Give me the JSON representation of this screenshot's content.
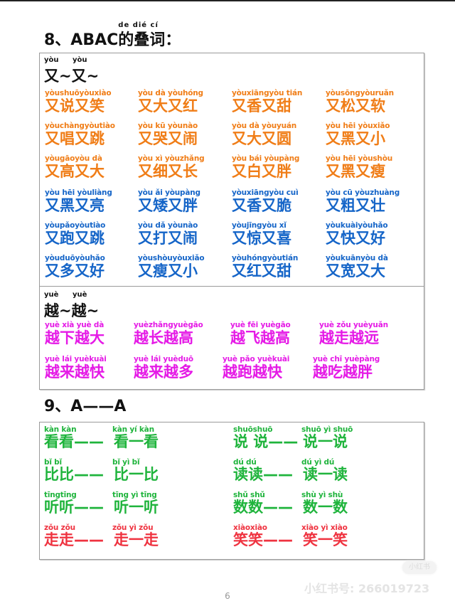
{
  "section8": {
    "title_prefix": "8、ABAC",
    "title_suffix": "的叠词：",
    "title_pinyin": "de  dié  cí"
  },
  "you": {
    "header_pinyin_1": "yòu",
    "header_pinyin_2": "yòu",
    "header_text": "又~又~",
    "color": "#f07d17",
    "color2": "#1565c8",
    "rows": [
      [
        {
          "py": "yòushuōyòuxiào",
          "hz": "又说又笑"
        },
        {
          "py": "yòu dà yòuhóng",
          "hz": "又大又红"
        },
        {
          "py": "yòuxiāngyòu tián",
          "hz": "又香又甜"
        },
        {
          "py": "yòusōngyòuruǎn",
          "hz": "又松又软"
        }
      ],
      [
        {
          "py": "yòuchàngyòutiào",
          "hz": "又唱又跳"
        },
        {
          "py": "yòu kū yòunào",
          "hz": "又哭又闹"
        },
        {
          "py": "yòu dà yòuyuán",
          "hz": "又大又圆"
        },
        {
          "py": "yòu hēi yòuxiǎo",
          "hz": "又黑又小"
        }
      ],
      [
        {
          "py": "yòugāoyòu dà",
          "hz": "又高又大"
        },
        {
          "py": "yòu xì yòuzhǎng",
          "hz": "又细又长"
        },
        {
          "py": "yòu bái yòupàng",
          "hz": "又白又胖"
        },
        {
          "py": "yòu hēi yòushòu",
          "hz": "又黑又瘦"
        }
      ],
      [
        {
          "py": "yòu hēi yòuliàng",
          "hz": "又黑又亮"
        },
        {
          "py": "yòu ǎi yòupàng",
          "hz": "又矮又胖"
        },
        {
          "py": "yòuxiāngyòu cuì",
          "hz": "又香又脆"
        },
        {
          "py": "yòu cū yòuzhuàng",
          "hz": "又粗又壮"
        }
      ],
      [
        {
          "py": "yòupǎoyòutiào",
          "hz": "又跑又跳"
        },
        {
          "py": "yòu dǎ yòunào",
          "hz": "又打又闹"
        },
        {
          "py": "yòujīngyòu xǐ",
          "hz": "又惊又喜"
        },
        {
          "py": "yòukuàiyòuhǎo",
          "hz": "又快又好"
        }
      ],
      [
        {
          "py": "yòuduōyòuhǎo",
          "hz": "又多又好"
        },
        {
          "py": "yòushòuyòuxiǎo",
          "hz": "又瘦又小"
        },
        {
          "py": "yòuhóngyòutián",
          "hz": "又红又甜"
        },
        {
          "py": "yòukuānyòu dà",
          "hz": "又宽又大"
        }
      ]
    ]
  },
  "yue": {
    "header_pinyin_1": "yuè",
    "header_pinyin_2": "yuè",
    "header_text": "越~越~",
    "color": "#e51ae6",
    "rows": [
      [
        {
          "py": "yuè xià yuè dà",
          "hz": "越下越大"
        },
        {
          "py": "yuèzhǎngyuègāo",
          "hz": "越长越高"
        },
        {
          "py": "yuè fēi yuègāo",
          "hz": "越飞越高"
        },
        {
          "py": "yuè zǒu yuèyuǎn",
          "hz": "越走越远"
        }
      ],
      [
        {
          "py": "yuè lái yuèkuài",
          "hz": "越来越快"
        },
        {
          "py": "yuè lái yuèduō",
          "hz": "越来越多"
        },
        {
          "py": "yuè pǎo yuèkuài",
          "hz": "越跑越快"
        },
        {
          "py": "yuè chī yuèpàng",
          "hz": "越吃越胖"
        }
      ]
    ]
  },
  "section9": {
    "title": "9、A——A",
    "colors": {
      "green": "#1fb43c",
      "red": "#ef3340"
    },
    "items": [
      {
        "py1": "kàn kàn",
        "hz1": "看看——",
        "py2": "kàn  yí  kàn",
        "hz2": "看一看",
        "color": "green"
      },
      {
        "py1": "shuōshuō",
        "hz1": "说 说——",
        "py2": "shuō  yì  shuō",
        "hz2": "说一说",
        "color": "green"
      },
      {
        "py1": "bǐ  bǐ",
        "hz1": "比比——",
        "py2": "bǐ  yì  bǐ",
        "hz2": "比一比",
        "color": "green"
      },
      {
        "py1": "dú  dú",
        "hz1": "读读——",
        "py2": "dú  yì  dú",
        "hz2": "读一读",
        "color": "green"
      },
      {
        "py1": "tīngtīng",
        "hz1": "听听——",
        "py2": "tīng  yì  tīng",
        "hz2": "听一听",
        "color": "green"
      },
      {
        "py1": "shǔ shǔ",
        "hz1": "数数——",
        "py2": "shù  yì  shù",
        "hz2": "数一数",
        "color": "green"
      },
      {
        "py1": "zǒu zǒu",
        "hz1": "走走——",
        "py2": "zǒu  yì  zǒu",
        "hz2": "走一走",
        "color": "red"
      },
      {
        "py1": "xiàoxiào",
        "hz1": "笑笑——",
        "py2": "xiào  yì  xiào",
        "hz2": "笑一笑",
        "color": "red"
      }
    ]
  },
  "footer": {
    "page_number": "6",
    "watermark_badge": "小红书",
    "watermark_text": "小红书号: 266019723"
  }
}
